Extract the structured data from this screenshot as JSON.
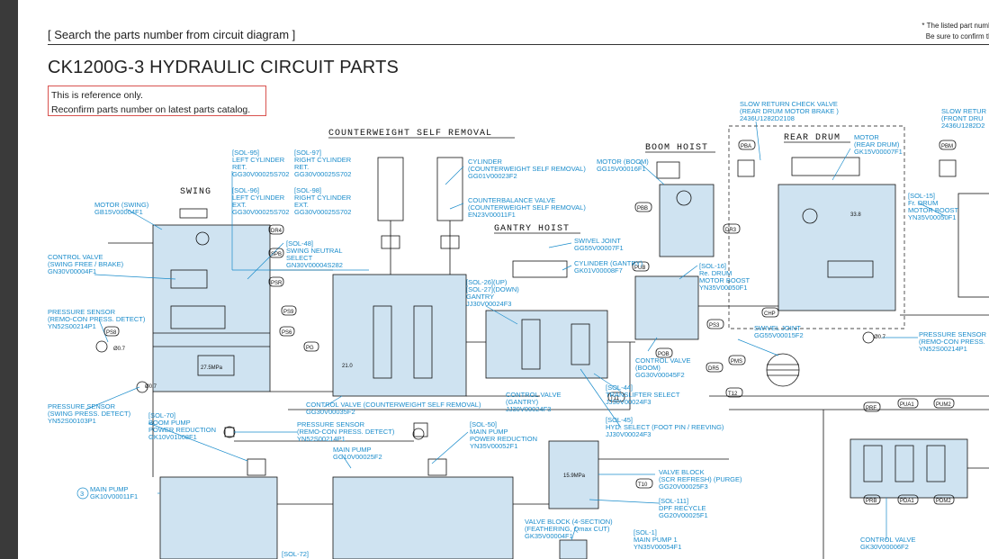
{
  "header": {
    "search_label": "[ Search the parts number from circuit diagram ]",
    "note_line1": "* The listed part numbe",
    "note_line2": "Be sure to confirm the"
  },
  "title": "CK1200G-3 HYDRAULIC CIRCUIT PARTS",
  "reference_note": {
    "line1": "This is reference only.",
    "line2": "Reconfirm parts number on latest parts catalog."
  },
  "sections": {
    "swing": "SWING",
    "counterweight": "COUNTERWEIGHT SELF REMOVAL",
    "boom_hoist": "BOOM HOIST",
    "gantry_hoist": "GANTRY HOIST",
    "rear_drum": "REAR DRUM"
  },
  "labels": {
    "motor_swing": [
      "MOTOR (SWING)",
      "GB15V00004F1"
    ],
    "control_valve_swing": [
      "CONTROL VALVE",
      "(SWING FREE / BRAKE)",
      "GN30V00004F1"
    ],
    "pressure_sensor_remo": [
      "PRESSURE SENSOR",
      "(REMO-CON PRESS. DETECT)",
      "YN52S00214P1"
    ],
    "pressure_sensor_swing": [
      "PRESSURE SENSOR",
      "(SWING PRESS. DETECT)",
      "YN52S00103P1"
    ],
    "sol95": [
      "[SOL-95]",
      "LEFT CYLINDER",
      "RET.",
      "GG30V00025S702"
    ],
    "sol97": [
      "[SOL-97]",
      "RIGHT CYLINDER",
      "RET.",
      "GG30V00025S702"
    ],
    "sol96": [
      "[SOL-96]",
      "LEFT CYLINDER",
      "EXT.",
      "GG30V00025S702"
    ],
    "sol98": [
      "[SOL-98]",
      "RIGHT CYLINDER",
      "EXT.",
      "GG30V00025S702"
    ],
    "sol48": [
      "[SOL-48]",
      "SWING NEUTRAL",
      "SELECT",
      "GN30V00004S282"
    ],
    "cylinder_cw": [
      "CYLINDER",
      "(COUNTERWEIGHT SELF REMOVAL)",
      "GG01V00023F2"
    ],
    "counterbalance": [
      "COUNTERBALANCE VALVE",
      "(COUNTERWEIGHT SELF REMOVAL)",
      "EN23V00011F1"
    ],
    "motor_boom": [
      "MOTOR (BOOM)",
      "GG15V00016F1"
    ],
    "swivel_joint_1": [
      "SWIVEL JOINT",
      "GG55V00007F1"
    ],
    "cylinder_gantry": [
      "CYLINDER (GANTRY)",
      "GK01V00008F7"
    ],
    "sol26_27": [
      "[SOL-26](UP)",
      "[SOL-27](DOWN)",
      "GANTRY",
      "JJ30V00024F3"
    ],
    "sol16": [
      "[SOL-16]",
      "Re. DRUM",
      "MOTOR BOOST",
      "YN35V00050F1"
    ],
    "control_valve_boom": [
      "CONTROL VALVE",
      "(BOOM)",
      "GG30V00045F2"
    ],
    "sol44": [
      "[SOL-44]",
      "TRANSLIFTER SELECT",
      "JJ30V00024F3"
    ],
    "control_valve_gantry": [
      "CONTROL VALVE",
      "(GANTRY)",
      "JJ30V00024F3"
    ],
    "control_valve_cw": [
      "CONTROL VALVE (COUNTERWEIGHT SELF REMOVAL)",
      "GG30V00035F2"
    ],
    "sol45": [
      "[SOL-45]",
      "HYD. SELECT (FOOT PIN / REEVING)",
      "JJ30V00024F3"
    ],
    "swivel_joint_2": [
      "SWIVEL JOINT",
      "GG55V00015F2"
    ],
    "slow_return_rear": [
      "SLOW RETURN CHECK VALVE",
      "(REAR DRUM MOTOR BRAKE )",
      "2436U1282D2108"
    ],
    "slow_return_front": [
      "SLOW RETUR",
      "(FRONT DRU",
      "2436U1282D2"
    ],
    "motor_rear_drum": [
      "MOTOR",
      "(REAR DRUM)",
      "GK15V00007F1"
    ],
    "sol15": [
      "[SOL-15]",
      "Fr. DRUM",
      "MOTOR BOOST",
      "YN35V00050F1"
    ],
    "pressure_sensor_right": [
      "PRESSURE SENSOR",
      "(REMO-CON PRESS.",
      "YN52S00214P1"
    ],
    "sol70": [
      "[SOL-70]",
      "BOOM PUMP",
      "POWER REDUCTION",
      "GK10V01008F1"
    ],
    "pressure_sensor_mid": [
      "PRESSURE SENSOR",
      "(REMO-CON PRESS. DETECT)",
      "YN52S00214P1"
    ],
    "main_pump_mid": [
      "MAIN PUMP",
      "GG10V00025F2"
    ],
    "sol50": [
      "[SOL-50]",
      "MAIN PUMP",
      "POWER REDUCTION",
      "YN35V00052F1"
    ],
    "main_pump_left_num": "3",
    "main_pump_left": [
      "MAIN PUMP",
      "GK10V00011F1"
    ],
    "valve_block_scr": [
      "VALVE BLOCK",
      "(SCR REFRESH) (PURGE)",
      "GG20V00025F3"
    ],
    "sol111": [
      "[SOL-111]",
      "DPF RECYCLE",
      "GG20V00025F1"
    ],
    "valve_block_4": [
      "VALVE BLOCK (4-SECTION)",
      "(FEATHERING, Qmax CUT)",
      "GK35V00004F1"
    ],
    "sol1": [
      "[SOL-1]",
      "MAIN PUMP 1",
      "YN35V00054F1"
    ],
    "control_valve_right": [
      "CONTROL VALVE",
      "GK30V00006F2"
    ],
    "sol72": "[SOL-72]"
  },
  "ports": [
    "DR4",
    "SPB",
    "PSR",
    "PS9",
    "PS6",
    "PS8",
    "PG",
    "PBB",
    "PUB",
    "POB",
    "DR3",
    "DR5",
    "PMS",
    "PBA",
    "PBM",
    "CHP",
    "PS3",
    "T11",
    "T12",
    "T10",
    "PRF",
    "PUA1",
    "PUM2",
    "PRB",
    "PDA1",
    "PDM2"
  ],
  "values": {
    "v33": "33.8",
    "v27": "27.5MPa",
    "v21": "21.0",
    "v15": "15.9MPa",
    "v07": "Ø0.7"
  },
  "colors": {
    "accent": "#1a8ccb",
    "line": "#111111",
    "block": "#cfe3f1",
    "ref_border": "#d9534f"
  }
}
